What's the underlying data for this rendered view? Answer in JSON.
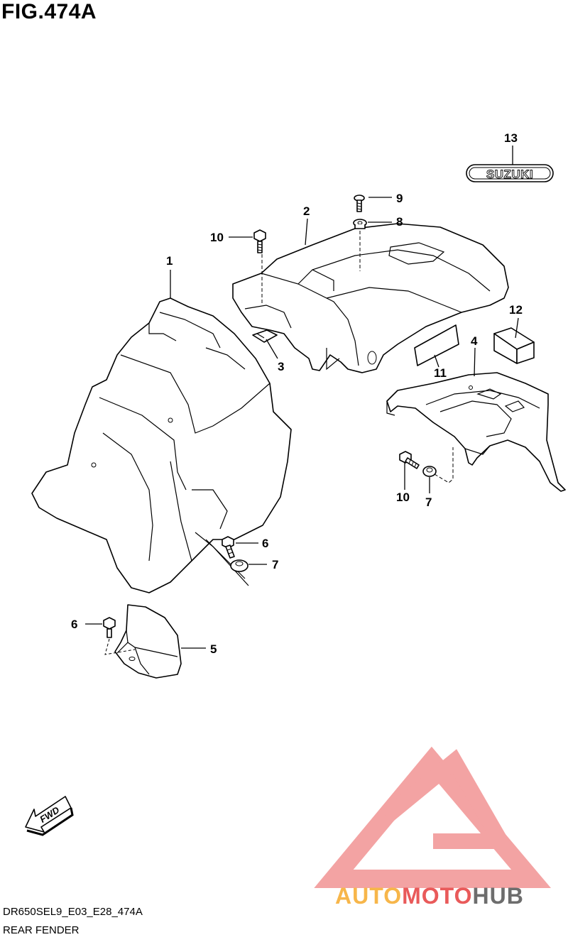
{
  "figure": {
    "title": "FIG.474A"
  },
  "callouts": [
    {
      "id": "c1",
      "label": "1"
    },
    {
      "id": "c2",
      "label": "2"
    },
    {
      "id": "c3",
      "label": "3"
    },
    {
      "id": "c4",
      "label": "4"
    },
    {
      "id": "c5",
      "label": "5"
    },
    {
      "id": "c6a",
      "label": "6"
    },
    {
      "id": "c6b",
      "label": "6"
    },
    {
      "id": "c7a",
      "label": "7"
    },
    {
      "id": "c7b",
      "label": "7"
    },
    {
      "id": "c8",
      "label": "8"
    },
    {
      "id": "c9",
      "label": "9"
    },
    {
      "id": "c10a",
      "label": "10"
    },
    {
      "id": "c10b",
      "label": "10"
    },
    {
      "id": "c11",
      "label": "11"
    },
    {
      "id": "c12",
      "label": "12"
    },
    {
      "id": "c13",
      "label": "13"
    }
  ],
  "emblem": {
    "text": "SUZUKI"
  },
  "direction": {
    "text": "FWD"
  },
  "footer": {
    "code": "DR650SEL9_E03_E28_474A",
    "name": "REAR FENDER"
  },
  "watermark": {
    "part1": "AUTO",
    "part2": "MOTO",
    "part3": "HUB",
    "colors": {
      "auto": "#f7b64a",
      "moto": "#e95a5a",
      "hub": "#6d6d6d",
      "triangle": "#f29a9a"
    }
  }
}
